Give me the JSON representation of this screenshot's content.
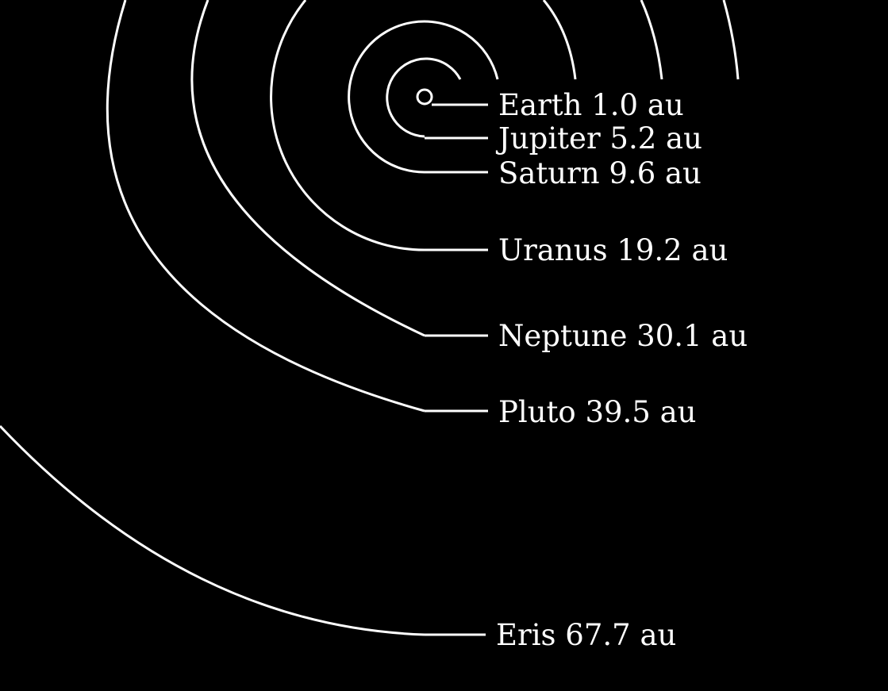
{
  "colors": {
    "background": "#000000",
    "line": "#ffffff"
  },
  "orbits": [
    {
      "name": "Earth",
      "distance": "1.0 au"
    },
    {
      "name": "Jupiter",
      "distance": "5.2 au"
    },
    {
      "name": "Saturn",
      "distance": "9.6 au"
    },
    {
      "name": "Uranus",
      "distance": "19.2 au"
    },
    {
      "name": "Neptune",
      "distance": "30.1 au"
    },
    {
      "name": "Pluto",
      "distance": "39.5 au"
    },
    {
      "name": "Eris",
      "distance": "67.7 au"
    }
  ]
}
